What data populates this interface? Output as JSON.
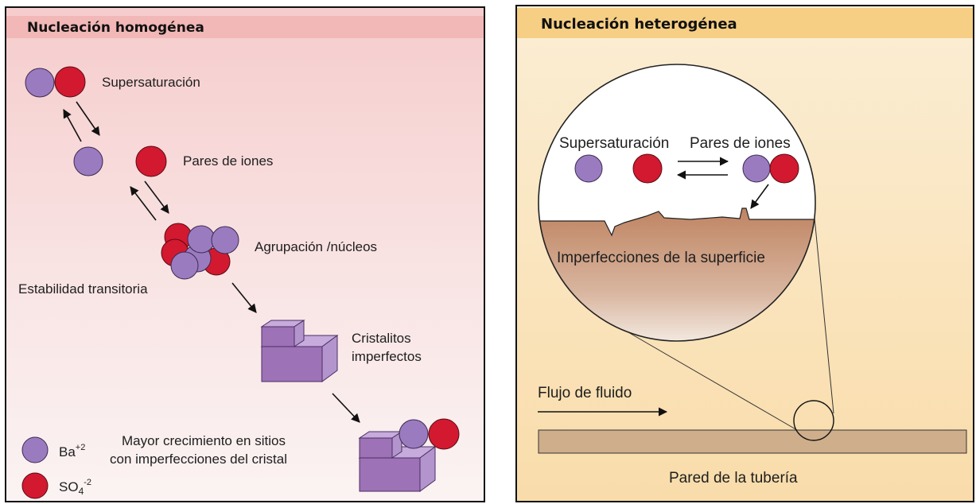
{
  "colors": {
    "barium": "#9b7bc0",
    "sulfate": "#d21930",
    "crystal": "#9e72b6",
    "left_header_bg": "#f2b7b7",
    "left_bg_top": "#f6cccc",
    "left_bg_bottom": "#fbf3f3",
    "right_header_bg": "#f6cf85",
    "right_bg": "#fae2b7",
    "pipe": "#cfae8c",
    "surface": "#c8906a"
  },
  "left_panel": {
    "title": "Nucleación homogénea",
    "supersaturation": "Supersaturación",
    "ion_pairs": "Pares de iones",
    "clustering": "Agrupación /núcleos",
    "transient_stability": "Estabilidad transitoria",
    "crystallites_line1": "Cristalitos",
    "crystallites_line2": "imperfectos",
    "growth_line1": "Mayor crecimiento en sitios",
    "growth_line2": "con imperfecciones del cristal",
    "legend": {
      "barium": "Ba",
      "barium_charge": "+2",
      "sulfate": "SO",
      "sulfate_sub": "4",
      "sulfate_charge": "-2"
    }
  },
  "right_panel": {
    "title": "Nucleación heterogénea",
    "supersaturation": "Supersaturación",
    "ion_pairs": "Pares de iones",
    "surface_imperfections": "Imperfecciones de la superficie",
    "fluid_flow": "Flujo de fluido",
    "pipe_wall": "Pared de la tubería"
  }
}
